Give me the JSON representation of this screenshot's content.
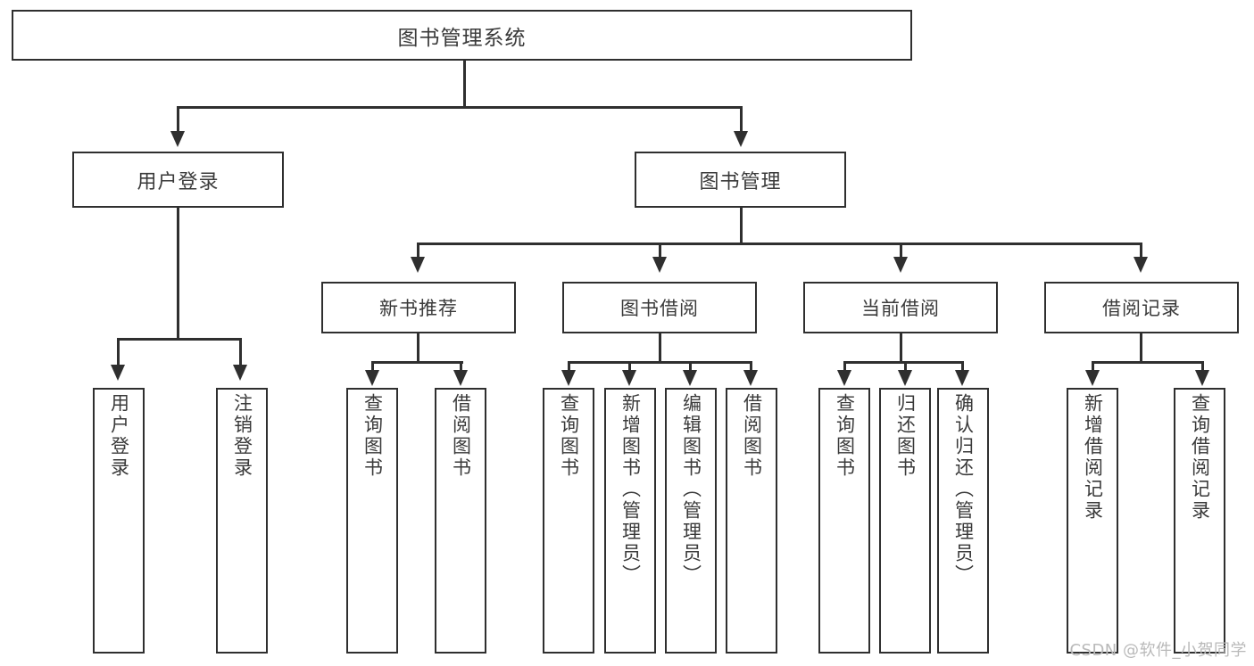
{
  "diagram": {
    "title": "图书管理系统",
    "type": "tree",
    "root": {
      "label": "图书管理系统"
    },
    "level1": [
      {
        "label": "用户登录"
      },
      {
        "label": "图书管理"
      }
    ],
    "level2": [
      {
        "label": "新书推荐"
      },
      {
        "label": "图书借阅"
      },
      {
        "label": "当前借阅"
      },
      {
        "label": "借阅记录"
      }
    ],
    "leaves": {
      "user_login": [
        {
          "label": "用户登录"
        },
        {
          "label": "注销登录"
        }
      ],
      "new_book_recommend": [
        {
          "label": "查询图书"
        },
        {
          "label": "借阅图书"
        }
      ],
      "book_borrow": [
        {
          "label": "查询图书"
        },
        {
          "label": "新增图书（管理员）"
        },
        {
          "label": "编辑图书（管理员）"
        },
        {
          "label": "借阅图书"
        }
      ],
      "current_borrow": [
        {
          "label": "查询图书"
        },
        {
          "label": "归还图书"
        },
        {
          "label": "确认归还（管理员）"
        }
      ],
      "borrow_record": [
        {
          "label": "新增借阅记录"
        },
        {
          "label": "查询借阅记录"
        }
      ]
    }
  },
  "watermark": {
    "text": "CSDN @软件_小贺同学"
  },
  "colors": {
    "border": "#2f2f2f",
    "text": "#3a3a3a",
    "background": "#ffffff",
    "watermark": "#b9b9b9"
  }
}
